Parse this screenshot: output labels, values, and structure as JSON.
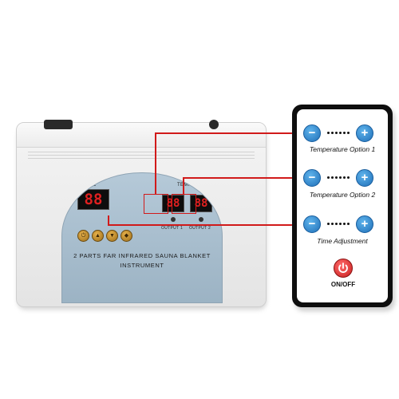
{
  "device": {
    "time_label": "TIME",
    "temp_label": "TEMP.",
    "time_display": "88",
    "temp_display_1": "88",
    "temp_display_2": "88",
    "output1_label": "OUTPUT 1",
    "output2_label": "OUTPUT 2",
    "brand_line1": "2 PARTS FAR INFRARED SAUNA BLANKET",
    "brand_line2": "INSTRUMENT",
    "panel_buttons": [
      "⏻",
      "▲",
      "▼",
      "◆"
    ],
    "panel_color": "#a9bfcf"
  },
  "remote": {
    "rows": [
      {
        "minus": "−",
        "plus": "+",
        "label": "Temperature Option 1"
      },
      {
        "minus": "−",
        "plus": "+",
        "label": "Temperature Option 2"
      },
      {
        "minus": "−",
        "plus": "+",
        "label": "Time Adjustment"
      }
    ],
    "power_label": "ON/OFF",
    "button_color": "#2b86d2",
    "power_color": "#e02626"
  },
  "annotation_color": "#d11a1a"
}
